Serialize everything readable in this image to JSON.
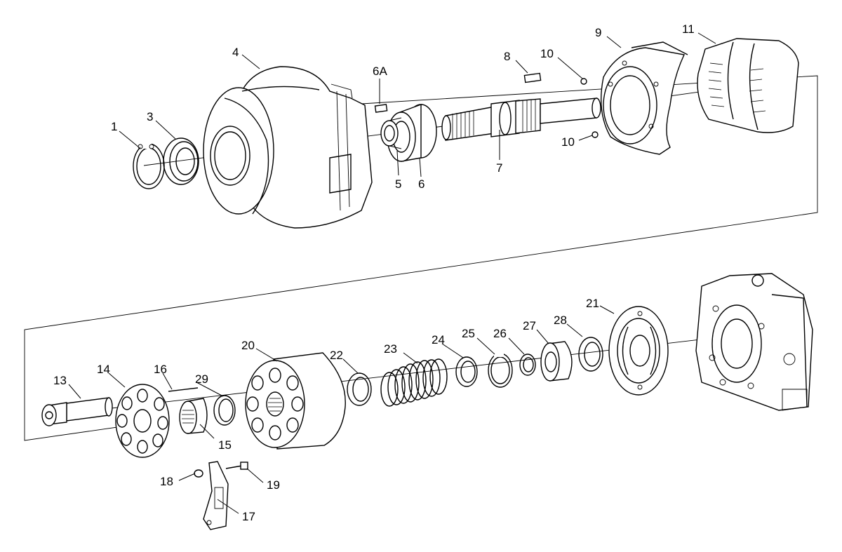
{
  "diagram": {
    "callouts": [
      {
        "id": "c1",
        "label": "1"
      },
      {
        "id": "c3",
        "label": "3"
      },
      {
        "id": "c4",
        "label": "4"
      },
      {
        "id": "c5",
        "label": "5"
      },
      {
        "id": "c6",
        "label": "6"
      },
      {
        "id": "c6a",
        "label": "6A"
      },
      {
        "id": "c7",
        "label": "7"
      },
      {
        "id": "c8",
        "label": "8"
      },
      {
        "id": "c9",
        "label": "9"
      },
      {
        "id": "c10a",
        "label": "10"
      },
      {
        "id": "c10b",
        "label": "10"
      },
      {
        "id": "c11",
        "label": "11"
      },
      {
        "id": "c13",
        "label": "13"
      },
      {
        "id": "c14",
        "label": "14"
      },
      {
        "id": "c15",
        "label": "15"
      },
      {
        "id": "c16",
        "label": "16"
      },
      {
        "id": "c17",
        "label": "17"
      },
      {
        "id": "c18",
        "label": "18"
      },
      {
        "id": "c19",
        "label": "19"
      },
      {
        "id": "c20",
        "label": "20"
      },
      {
        "id": "c21",
        "label": "21"
      },
      {
        "id": "c22",
        "label": "22"
      },
      {
        "id": "c23",
        "label": "23"
      },
      {
        "id": "c24",
        "label": "24"
      },
      {
        "id": "c25",
        "label": "25"
      },
      {
        "id": "c26",
        "label": "26"
      },
      {
        "id": "c27",
        "label": "27"
      },
      {
        "id": "c28",
        "label": "28"
      },
      {
        "id": "c29",
        "label": "29"
      }
    ]
  }
}
